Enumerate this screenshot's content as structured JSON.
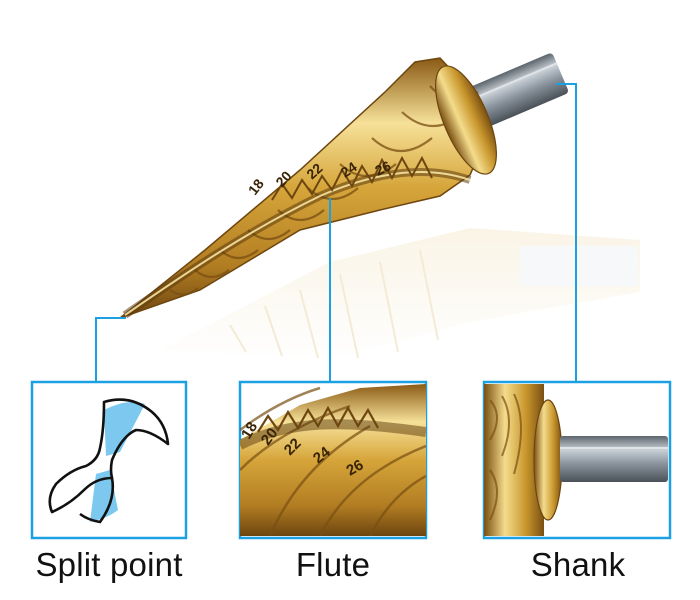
{
  "labels": {
    "split_point": "Split point",
    "flute": "Flute",
    "shank": "Shank"
  },
  "step_markings": [
    "18",
    "20",
    "22",
    "24",
    "26"
  ],
  "colors": {
    "frame": "#1ba1e2",
    "gold_light": "#f4dc8c",
    "gold": "#d4a634",
    "gold_dark": "#8a5a14",
    "steel": "#8a949e",
    "split_blue": "#7cc8ef"
  }
}
